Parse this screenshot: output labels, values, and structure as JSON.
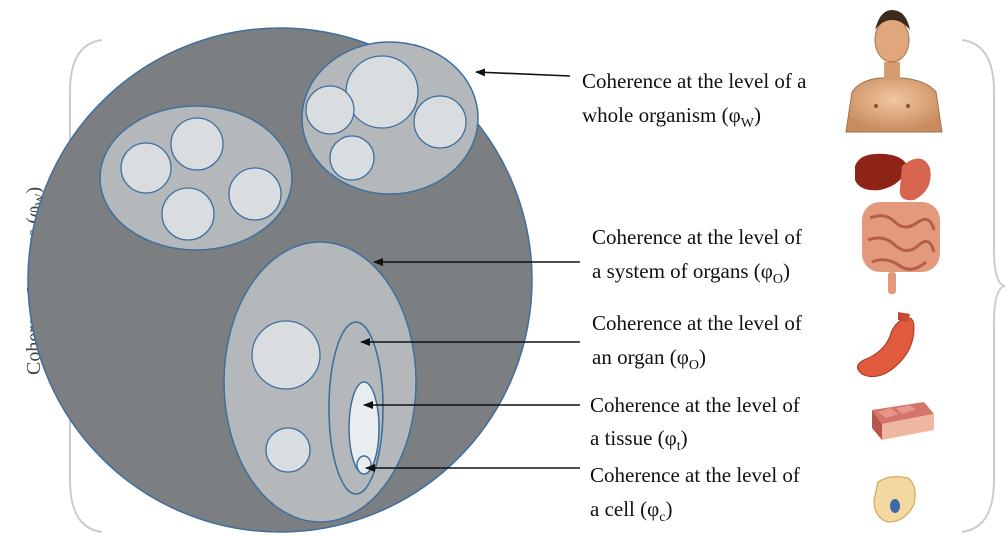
{
  "side_label": {
    "main": "Coherent Oneness",
    "symbol": "(φ",
    "sub": "W",
    "close": ")"
  },
  "levels": [
    {
      "id": "organism",
      "line1": "Coherence at the level of a",
      "line2_main": "whole organism (φ",
      "line2_sub": "W",
      "line2_close": ")"
    },
    {
      "id": "system",
      "line1": "Coherence at the level of",
      "line2_main": "a system of organs (φ",
      "line2_sub": "O",
      "line2_close": ")"
    },
    {
      "id": "organ",
      "line1": "Coherence at the level of",
      "line2_main": "an organ (φ",
      "line2_sub": "O",
      "line2_close": ")"
    },
    {
      "id": "tissue",
      "line1": "Coherence at the level of",
      "line2_main": "a tissue (φ",
      "line2_sub": "t",
      "line2_close": ")"
    },
    {
      "id": "cell",
      "line1": "Coherence at the level of",
      "line2_main": "a cell (φ",
      "line2_sub": "c",
      "line2_close": ")"
    }
  ],
  "icons": [
    "human-torso-icon",
    "liver-stomach-intestines-icon",
    "stomach-icon",
    "tissue-block-icon",
    "cell-icon"
  ],
  "colors": {
    "outer_circle": "#7b7f82",
    "group_fill": "#b4b8bb",
    "cell_fill": "#d9dde0",
    "tissue_fill": "#e9edf0",
    "outline": "#3f6f9f",
    "arrow": "#111111",
    "brace": "#c9cdd1"
  }
}
